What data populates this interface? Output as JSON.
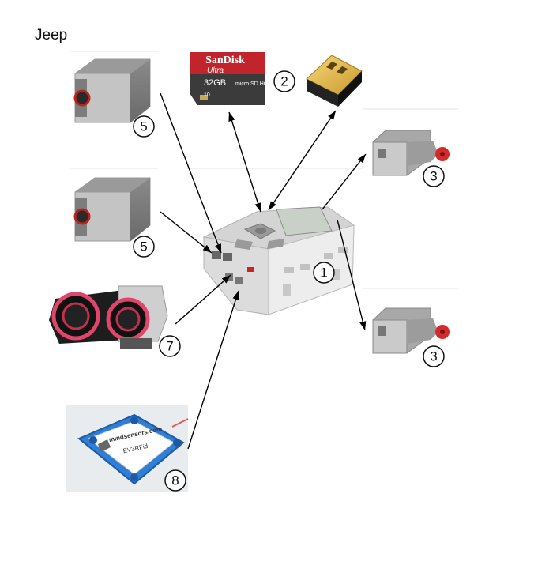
{
  "title": "Jeep",
  "sd_card": {
    "brand": "SanDisk",
    "line": "Ultra",
    "capacity": "32GB",
    "format": "micro SD HC I",
    "class": "10"
  },
  "labels": {
    "brick": "1",
    "storage": "2",
    "motor_top": "3",
    "motor_bottom": "3",
    "color_sensor_top": "5",
    "color_sensor_bottom": "5",
    "ultrasonic_sensor": "7",
    "rfid_sensor": "8"
  },
  "rfid_sensor": {
    "brand": "mindsensors.com",
    "model": "EV3RFid"
  }
}
